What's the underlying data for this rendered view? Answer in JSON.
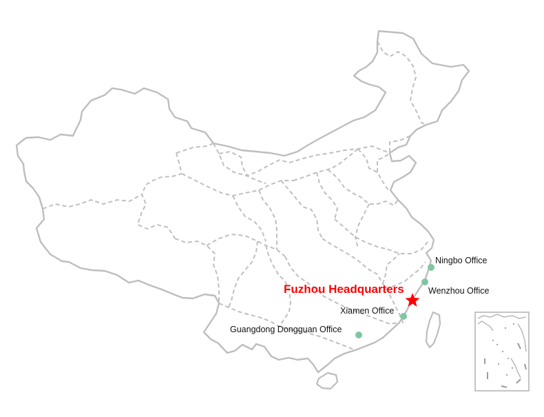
{
  "map": {
    "headquarters": {
      "label": "Fuzhou Headquarters",
      "color": "#ff0000",
      "icon": "star-icon"
    },
    "offices": [
      {
        "id": "ningbo",
        "label": "Ningbo Office"
      },
      {
        "id": "wenzhou",
        "label": "Wenzhou Office"
      },
      {
        "id": "xiamen",
        "label": "Xiamen Office"
      },
      {
        "id": "dongguan",
        "label": "Guangdong Dongguan Office"
      }
    ],
    "marker_color": "#7fc7a0",
    "border_color": "#bdbdbd"
  }
}
